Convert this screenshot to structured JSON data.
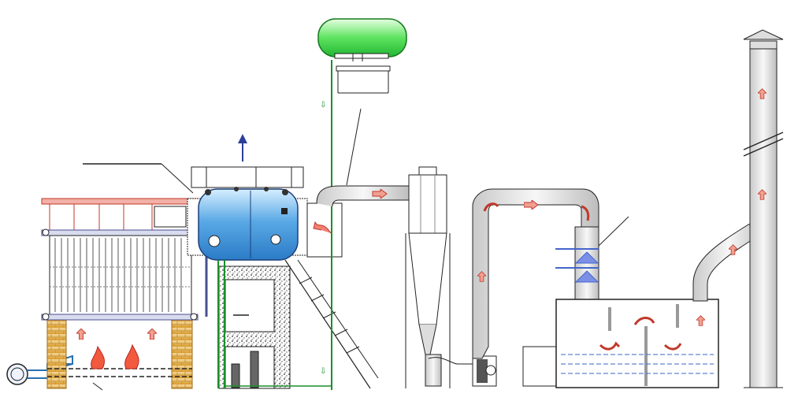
{
  "diagram": {
    "kind": "process flow schematic",
    "labels": [],
    "components": [
      "blower-fan-icon",
      "chain-grate-stoker",
      "economizer-tube-bank",
      "boiler-drum",
      "steam-drum",
      "cyclone-separator",
      "wet-scrubber-tower",
      "water-bath-tank",
      "chimney-stack"
    ]
  },
  "colors": {
    "outline": "#222222",
    "boiler_blue": "#3b8fd6",
    "boiler_light": "#bfe2fb",
    "drum_green": "#39d84a",
    "drum_light": "#c9f7c4",
    "flow_arrow": "#f08070",
    "flame": "#e8332a",
    "brick": "#e0a020",
    "pipe_green": "#1a8f2a",
    "water_line": "#3a66c8",
    "spray_blue": "#4466cc"
  }
}
